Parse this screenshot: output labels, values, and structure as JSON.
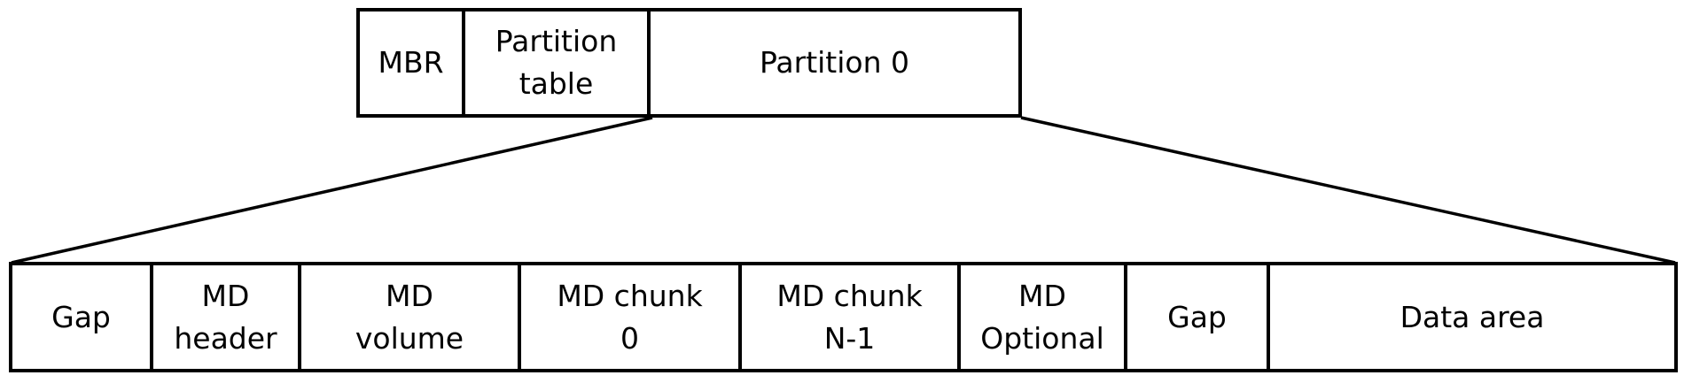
{
  "colors": {
    "background": "#ffffff",
    "border": "#000000",
    "text": "#000000"
  },
  "diagram": {
    "top_row": {
      "cells": [
        {
          "label": "MBR"
        },
        {
          "label": "Partition\ntable"
        },
        {
          "label": "Partition 0"
        }
      ]
    },
    "bottom_row": {
      "cells": [
        {
          "label": "Gap"
        },
        {
          "label": "MD\nheader"
        },
        {
          "label": "MD\nvolume"
        },
        {
          "label": "MD chunk\n0"
        },
        {
          "label": "MD chunk\nN-1"
        },
        {
          "label": "MD\nOptional"
        },
        {
          "label": "Gap"
        },
        {
          "label": "Data area"
        }
      ]
    }
  }
}
